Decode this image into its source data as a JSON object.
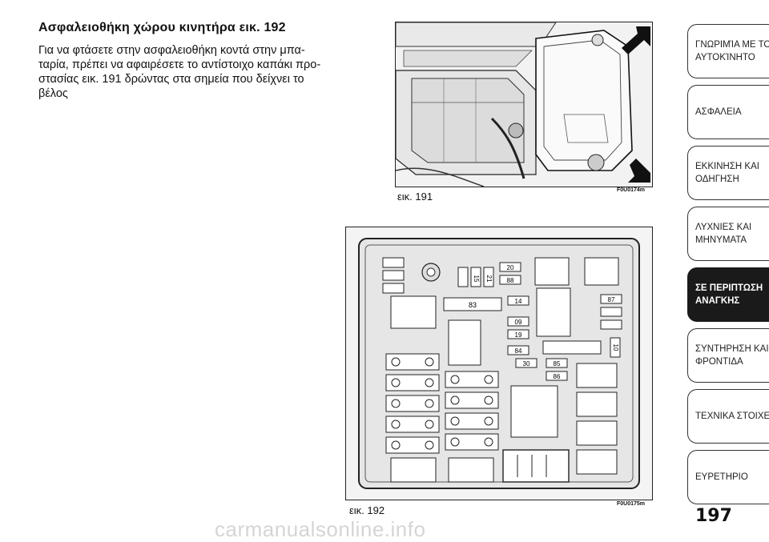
{
  "heading": "Ασφαλειοθήκη χώρου κινητήρα εικ. 192",
  "paragraph_lines": [
    "Για να φτάσετε στην ασφαλειοθήκη κοντά στην μπα-",
    "ταρία, πρέπει να αφαιρέσετε το αντίστοιχο καπάκι προ-",
    "στασίας εικ. 191 δρώντας στα σημεία που δείχνει το",
    "βέλος"
  ],
  "figure1": {
    "caption": "εικ. 191",
    "code": "F0U0174m"
  },
  "figure2": {
    "caption": "εικ. 192",
    "code": "F0U0175m",
    "fuse_labels": [
      "20",
      "15",
      "21",
      "88",
      "83",
      "14",
      "87",
      "09",
      "19",
      "10",
      "84",
      "30",
      "85",
      "86"
    ]
  },
  "tabs": [
    {
      "lines": [
        "ΓΝΩΡΙΜΊΑ ΜΕ ΤΟ",
        "ΑΥΤΟΚΊΝΗΤΟ"
      ],
      "active": false
    },
    {
      "lines": [
        "ΑΣΦΑΛΕΙΑ"
      ],
      "active": false
    },
    {
      "lines": [
        "ΕΚΚΙΝΗΣΗ ΚΑΙ",
        "ΟΔΗΓΗΣΗ"
      ],
      "active": false
    },
    {
      "lines": [
        "ΛΥΧΝΙΕΣ ΚΑΙ",
        "ΜΗΝΥΜΑΤΑ"
      ],
      "active": false
    },
    {
      "lines": [
        "ΣΕ ΠΕΡΙΠΤΩΣΗ",
        "ΑΝΑΓΚΗΣ"
      ],
      "active": true
    },
    {
      "lines": [
        "ΣΥΝΤΗΡΗΣΗ ΚΑΙ",
        "ΦΡΟΝΤΙΔΑ"
      ],
      "active": false
    },
    {
      "lines": [
        "ΤΕΧΝΙΚΑ ΣΤΟΙΧΕΙΑ"
      ],
      "active": false
    },
    {
      "lines": [
        "ΕΥΡΕΤΗΡΙΟ"
      ],
      "active": false
    }
  ],
  "page_number": "197",
  "watermark": "carmanualsonline.info"
}
